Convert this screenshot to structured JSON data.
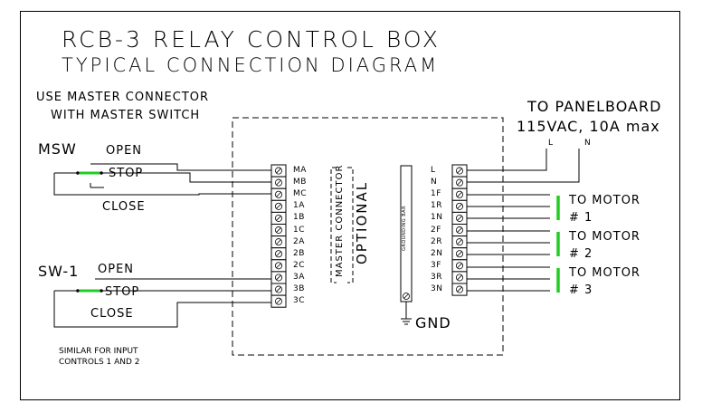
{
  "title": "RCB-3 RELAY CONTROL BOX",
  "subtitle": "TYPICAL CONNECTION DIAGRAM",
  "note_master": [
    "USE MASTER CONNECTOR",
    "WITH MASTER SWITCH"
  ],
  "panelboard": [
    "TO PANELBOARD",
    "115VAC, 10A max"
  ],
  "panel_lines": [
    "L",
    "N"
  ],
  "msw": {
    "name": "MSW",
    "open": "OPEN",
    "stop": "STOP",
    "close": "CLOSE"
  },
  "sw1": {
    "name": "SW-1",
    "open": "OPEN",
    "stop": "STOP",
    "close": "CLOSE"
  },
  "left_terminals": [
    "MA",
    "MB",
    "MC",
    "1A",
    "1B",
    "1C",
    "2A",
    "2B",
    "2C",
    "3A",
    "3B",
    "3C"
  ],
  "right_terminals": [
    "L",
    "N",
    "1F",
    "1R",
    "1N",
    "2F",
    "2R",
    "2N",
    "3F",
    "3R",
    "3N"
  ],
  "master_connector": "MASTER CONNECTOR",
  "optional": "OPTIONAL",
  "grounding_bar": "GROUNDING BAR",
  "gnd": "GND",
  "motors": [
    {
      "to": "TO MOTOR",
      "num": "# 1"
    },
    {
      "to": "TO MOTOR",
      "num": "# 2"
    },
    {
      "to": "TO MOTOR",
      "num": "# 3"
    }
  ],
  "similar_note": [
    "SIMILAR FOR INPUT",
    "CONTROLS 1 AND 2"
  ],
  "colors": {
    "switch": "#22cc22",
    "line": "#000000"
  }
}
